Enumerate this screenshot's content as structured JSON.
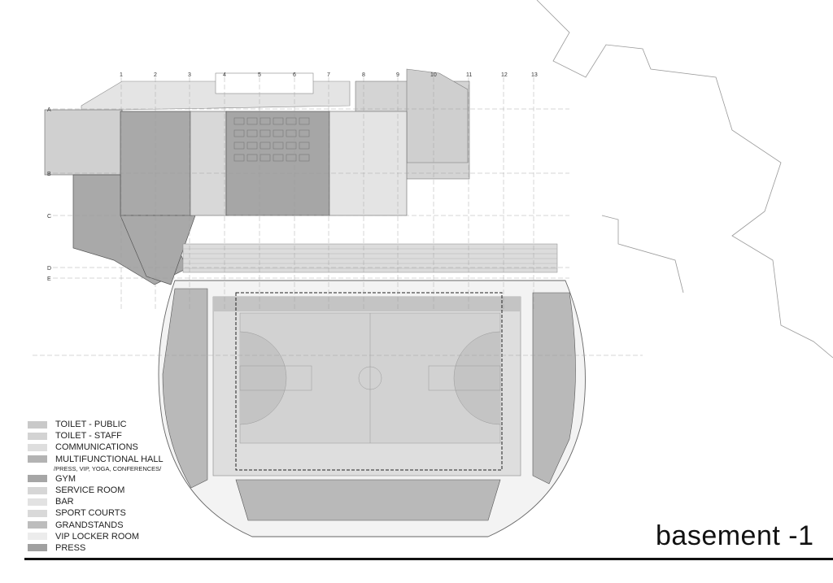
{
  "title": "basement -1",
  "grid": {
    "columns": [
      "1",
      "2",
      "3",
      "4",
      "5",
      "6",
      "7",
      "8",
      "9",
      "10",
      "11",
      "12",
      "13"
    ],
    "rows": [
      "A",
      "B",
      "C",
      "D",
      "E"
    ]
  },
  "legend": [
    {
      "label": "TOILET - PUBLIC",
      "color": "#c9c9c9"
    },
    {
      "label": "TOILET - STAFF",
      "color": "#d3d3d3"
    },
    {
      "label": "COMMUNICATIONS",
      "color": "#dedede"
    },
    {
      "label": "MULTIFUNCTIONAL HALL",
      "color": "#b3b3b3",
      "note": "/PRESS, VIP, YOGA, CONFERENCES/"
    },
    {
      "label": "GYM",
      "color": "#a6a6a6"
    },
    {
      "label": "SERVICE ROOM",
      "color": "#d6d6d6"
    },
    {
      "label": "BAR",
      "color": "#e2e2e2"
    },
    {
      "label": "SPORT COURTS",
      "color": "#d9d9d9"
    },
    {
      "label": "GRANDSTANDS",
      "color": "#bdbdbd"
    },
    {
      "label": "VIP LOCKER ROOM",
      "color": "#ececec"
    },
    {
      "label": "PRESS",
      "color": "#a0a0a0"
    }
  ]
}
